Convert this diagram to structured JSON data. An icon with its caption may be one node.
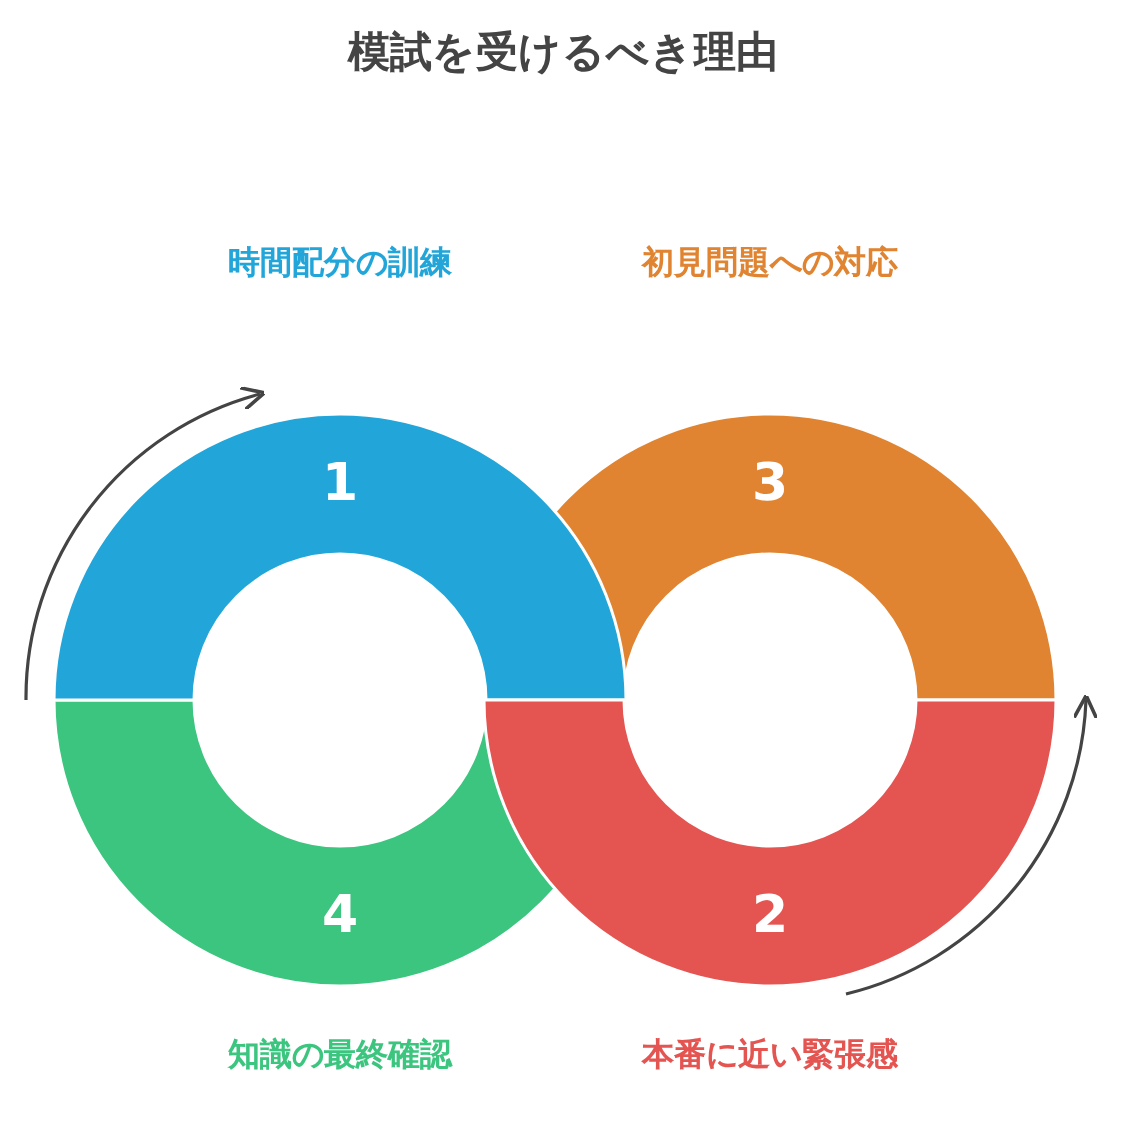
{
  "diagram": {
    "title": "模試を受けるべき理由",
    "nodes": [
      {
        "text": [
          "1"
        ]
      },
      {
        "text": [
          "3"
        ]
      },
      {
        "text": [
          "4"
        ]
      },
      {
        "text": [
          "2"
        ]
      }
    ],
    "labels": [
      "時間配分の訓練",
      "初見問題への対応",
      "知識の最終確認",
      "本番に近い緊張感"
    ]
  }
}
